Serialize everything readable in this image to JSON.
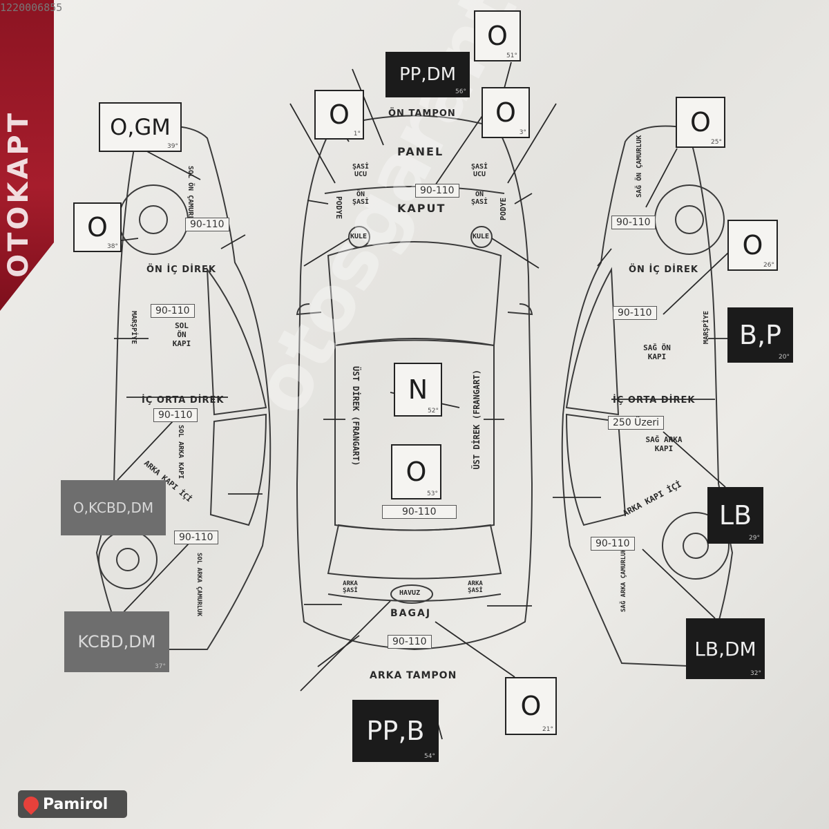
{
  "serial": "1220006855",
  "brand": "OTOKAPT",
  "watermark": "otosgaranti",
  "footer_logo": "Pamirol",
  "center": {
    "on_tampon": "ÖN TAMPON",
    "panel": "PANEL",
    "kaput": "KAPUT",
    "sasi_ucu": "ŞASİ UCU",
    "on_sasi": "ÖN ŞASİ",
    "podye": "PODYE",
    "kule": "KULE",
    "ust_direk": "ÜST DİREK (FRANGART)",
    "havuz": "HAVUZ",
    "bagaj": "BAGAJ",
    "arka_sasi": "ARKA ŞASİ",
    "arka_tampon": "ARKA TAMPON"
  },
  "left": {
    "sol_on_camurluk": "SOL ÖN ÇAMURLUK",
    "on_ic_direk": "ÖN İÇ DİREK",
    "marspiye": "MARŞPİYE",
    "sol_on_kapi": "SOL ÖN KAPI",
    "ic_orta_direk": "İÇ ORTA DİREK",
    "sol_arka_kapi": "SOL ARKA KAPI",
    "arka_kapi_ici": "ARKA KAPI İÇİ",
    "sol_arka_camurluk": "SOL ARKA ÇAMURLUK"
  },
  "right": {
    "sag_on_camurluk": "SAĞ ÖN ÇAMURLUK",
    "on_ic_direk": "ÖN İÇ DİREK",
    "marspiye": "MARŞPİYE",
    "sag_on_kapi": "SAĞ ÖN KAPI",
    "ic_orta_direk": "İÇ ORTA DİREK",
    "sag_arka_kapi": "SAĞ ARKA KAPI",
    "arka_kapi_ici": "ARKA KAPI İÇİ",
    "sag_arka_camurluk": "SAĞ ARKA ÇAMURLUK"
  },
  "boxes": {
    "on_tampon": {
      "code": "PP,DM",
      "deg": "56°"
    },
    "top_right": {
      "code": "O",
      "deg": "51°"
    },
    "front_left": {
      "code": "O",
      "deg": "1°"
    },
    "front_right": {
      "code": "O",
      "deg": "3°"
    },
    "sol_camurluk": {
      "code": "O,GM",
      "deg": "39°"
    },
    "sol_on_far": {
      "code": "O",
      "deg": "38°"
    },
    "sag_camurluk": {
      "code": "O",
      "deg": "25°"
    },
    "sag_on_kapi_mark": {
      "code": "O",
      "deg": "26°"
    },
    "sag_kapi": {
      "code": "B,P",
      "deg": "20°"
    },
    "tavan": {
      "code": "N",
      "deg": "52°"
    },
    "bagaj_lid": {
      "code": "O",
      "deg": "53°"
    },
    "sol_arka_kapi": {
      "code": "O,KCBD,DM",
      "deg": ""
    },
    "sol_arka_camurluk": {
      "code": "KCBD,DM",
      "deg": "37°"
    },
    "sag_arka_kapi": {
      "code": "LB",
      "deg": "29°"
    },
    "sag_arka_camurluk": {
      "code": "LB,DM",
      "deg": "32°"
    },
    "arka_tampon": {
      "code": "PP,B",
      "deg": "54°"
    },
    "bagaj": {
      "code": "O",
      "deg": "21°"
    }
  },
  "measures": {
    "left_fender": "90-110",
    "left_front_door": "90-110",
    "left_rear_door": "90-110",
    "left_rear_fender": "90-110",
    "kaput": "90-110",
    "tavan": "90-110",
    "bagaj": "90-110",
    "right_fender": "90-110",
    "right_front_door": "90-110",
    "right_rear_door": "250 Üzeri",
    "right_rear_fender": "90-110"
  }
}
